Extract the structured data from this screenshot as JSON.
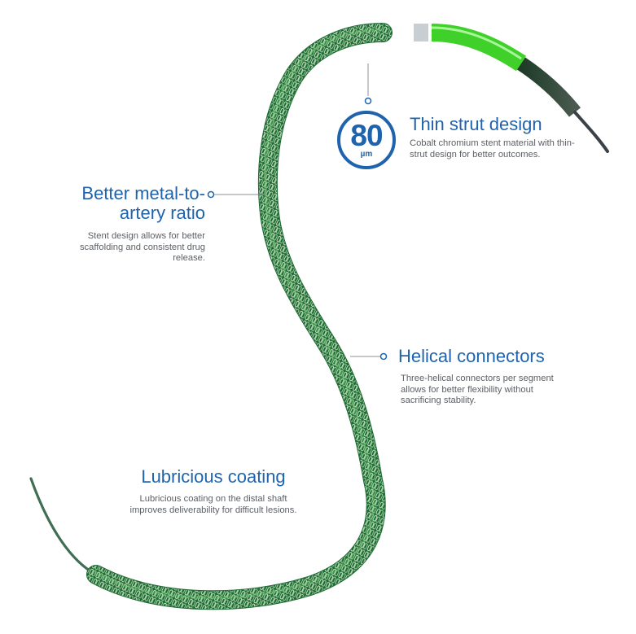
{
  "callouts": {
    "thin_strut": {
      "title": "Thin strut design",
      "description": "Cobalt chromium stent material with thin-strut design for better outcomes."
    },
    "metal_ratio": {
      "title": "Better metal-to-artery ratio",
      "description": "Stent design allows for better scaffolding and consistent drug release."
    },
    "helical": {
      "title": "Helical connectors",
      "description": "Three-helical connectors per segment allows for better flexibility without sacrificing stability."
    },
    "lubricious": {
      "title": "Lubricious coating",
      "description": "Lubricious coating on the distal shaft improves deliverability for difficult lesions."
    }
  },
  "badge": {
    "value": "80",
    "unit": "µm"
  },
  "colors": {
    "accent_blue": "#1f63ad",
    "stent_green": "#2f8a3a",
    "balloon_green": "#3fd02a",
    "catheter_dark": "#22262b"
  }
}
